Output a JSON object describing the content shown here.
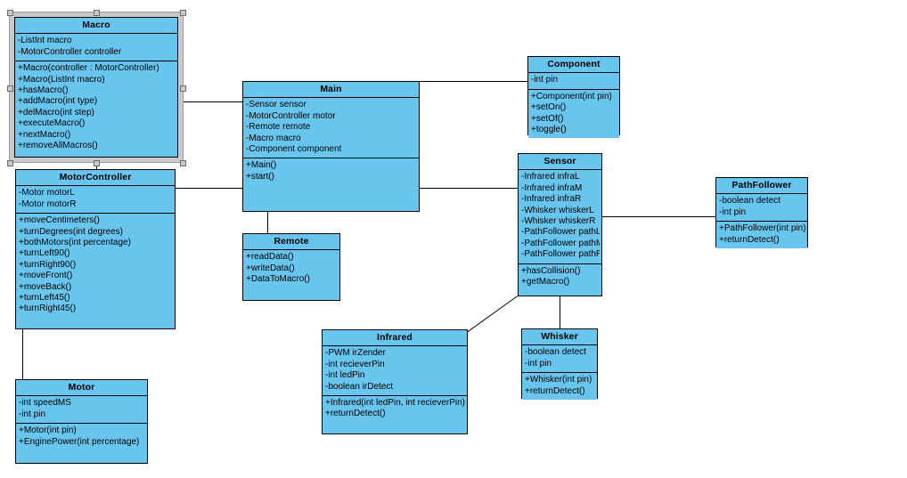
{
  "diagram": {
    "kind": "uml-class-diagram",
    "colors": {
      "class_fill": "#68c5ee",
      "class_border": "#000000",
      "selection": "#c9c9c9",
      "canvas": "#ffffff"
    }
  },
  "classes": {
    "macro": {
      "name": "Macro",
      "attributes": [
        "-ListInt macro",
        "-MotorController controller"
      ],
      "operations": [
        "+Macro(controller : MotorController)",
        "+Macro(ListInt macro)",
        "+hasMacro()",
        "+addMacro(int type)",
        "+delMacro(int step)",
        "+executeMacro()",
        "+nextMacro()",
        "+removeAllMacros()"
      ]
    },
    "motorcontroller": {
      "name": "MotorController",
      "attributes": [
        "-Motor motorL",
        "-Motor motorR"
      ],
      "operations": [
        "+moveCentimeters()",
        "+turnDegrees(int degrees)",
        "+bothMotors(int percentage)",
        "+turnLeft90()",
        "+turnRight90()",
        "+moveFront()",
        "+moveBack()",
        "+turnLeft45()",
        "+turnRight45()"
      ]
    },
    "motor": {
      "name": "Motor",
      "attributes": [
        "-int speedMS",
        "-int pin"
      ],
      "operations": [
        "+Motor(int pin)",
        "+EnginePower(int percentage)"
      ]
    },
    "main": {
      "name": "Main",
      "attributes": [
        "-Sensor sensor",
        "-MotorController motor",
        "-Remote remote",
        "-Macro macro",
        "-Component component"
      ],
      "operations": [
        "+Main()",
        "+start()"
      ],
      "static_operations": [
        "+Main()"
      ]
    },
    "remote": {
      "name": "Remote",
      "attributes": [],
      "operations": [
        "+readData()",
        "+writeData()",
        "+DataToMacro()"
      ]
    },
    "component": {
      "name": "Component",
      "attributes": [
        "-int pin"
      ],
      "operations": [
        "+Component(int pin)",
        "+setOn()",
        "+setOf()",
        "+toggle()"
      ]
    },
    "sensor": {
      "name": "Sensor",
      "attributes": [
        "-Infrared infraL",
        "-Infrared infraM",
        "-Infrared infraR",
        "-Whisker whiskerL",
        "-Whisker whiskerR",
        "-PathFollower pathL",
        "-PathFollower pathM",
        "-PathFollower pathR"
      ],
      "operations": [
        "+hasCollision()",
        "+getMacro()"
      ]
    },
    "pathfollower": {
      "name": "PathFollower",
      "attributes": [
        "-boolean detect",
        "-int pin"
      ],
      "operations": [
        "+PathFollower(int pin)",
        "+returnDetect()"
      ]
    },
    "infrared": {
      "name": "Infrared",
      "attributes": [
        "-PWM irZender",
        "-int recieverPin",
        "-int ledPin",
        "-boolean irDetect"
      ],
      "operations": [
        "+Infrared(int ledPin, int recieverPin)",
        "+returnDetect()"
      ]
    },
    "whisker": {
      "name": "Whisker",
      "attributes": [
        "-boolean detect",
        "-int pin"
      ],
      "operations": [
        "+Whisker(int pin)",
        "+returnDetect()"
      ]
    }
  },
  "associations": [
    {
      "from": "Macro",
      "to": "Main"
    },
    {
      "from": "Macro",
      "to": "MotorController"
    },
    {
      "from": "MotorController",
      "to": "Main"
    },
    {
      "from": "MotorController",
      "to": "Motor"
    },
    {
      "from": "Main",
      "to": "Component"
    },
    {
      "from": "Main",
      "to": "Sensor"
    },
    {
      "from": "Main",
      "to": "Remote"
    },
    {
      "from": "Sensor",
      "to": "PathFollower"
    },
    {
      "from": "Sensor",
      "to": "Infrared"
    },
    {
      "from": "Sensor",
      "to": "Whisker"
    }
  ]
}
